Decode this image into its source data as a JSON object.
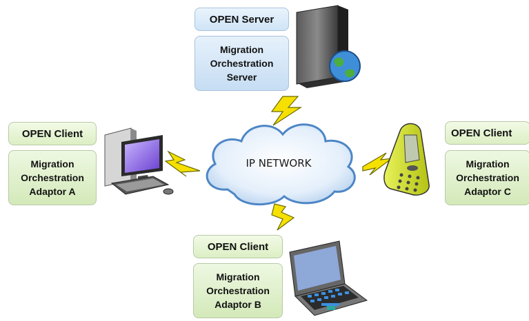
{
  "server": {
    "title": "OPEN Server",
    "lines": [
      "Migration",
      "Orchestration",
      "Server"
    ]
  },
  "client_a": {
    "title": "OPEN Client",
    "lines": [
      "Migration",
      "Orchestration",
      "Adaptor A"
    ]
  },
  "client_b": {
    "title": "OPEN Client",
    "lines": [
      "Migration",
      "Orchestration",
      "Adaptor B"
    ]
  },
  "client_c": {
    "title": "OPEN Client",
    "lines": [
      "Migration",
      "Orchestration",
      "Adaptor C"
    ]
  },
  "network": {
    "label": "IP NETWORK"
  },
  "colors": {
    "client_box": "#dcefc4",
    "server_box": "#cfe4f6",
    "lightning": "#f5e000",
    "cloud": "#dcebfa"
  },
  "icons": [
    "server-tower-icon",
    "desktop-computer-icon",
    "laptop-icon",
    "mobile-phone-icon",
    "cloud-icon",
    "lightning-icon"
  ]
}
